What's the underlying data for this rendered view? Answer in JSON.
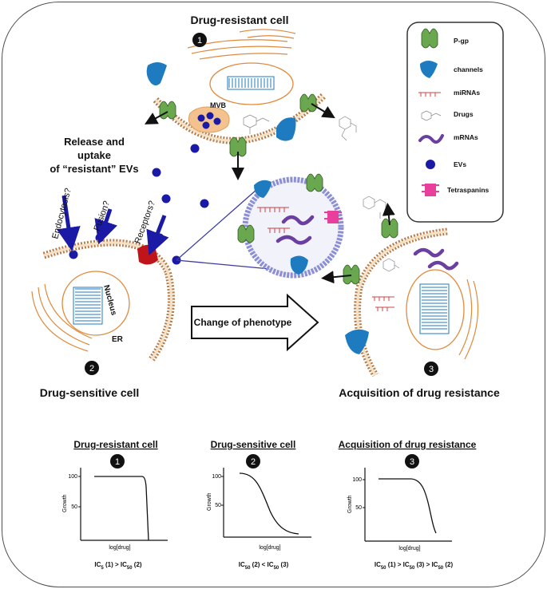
{
  "top": {
    "title": "Drug-resistant cell",
    "number": "1",
    "mvb": "MVB"
  },
  "left": {
    "release_line1": "Release and",
    "release_line2": "uptake",
    "release_line3": "of  “resistant” EVs",
    "endocytosis": "Endocytosis?",
    "fusion": "Fusion?",
    "receptors": "Receptors?",
    "nucleus": "Nucleus",
    "er": "ER",
    "number": "2",
    "title": "Drug-sensitive cell"
  },
  "center": {
    "phenotype": "Change of phenotype"
  },
  "right": {
    "number": "3",
    "title": "Acquisition of drug resistance"
  },
  "legend": [
    {
      "icon": "pgp-icon",
      "label": "P-gp"
    },
    {
      "icon": "channel-icon",
      "label": "channels"
    },
    {
      "icon": "mirna-icon",
      "label": "miRNAs"
    },
    {
      "icon": "drug-icon",
      "label": "Drugs"
    },
    {
      "icon": "mrna-icon",
      "label": "mRNAs"
    },
    {
      "icon": "ev-icon",
      "label": "EVs"
    },
    {
      "icon": "tetraspanin-icon",
      "label": "Tetraspanins"
    }
  ],
  "colors": {
    "pgp": "#6aa84f",
    "channel": "#1f7bbf",
    "ev": "#1a1aa6",
    "mrna": "#6b3fa0",
    "tetraspanin": "#e83e9c",
    "membrane": "#c08a5a",
    "arrow": "#1a1aa6",
    "receptor": "#c0141b"
  },
  "charts": [
    {
      "title": "Drug-resistant cell",
      "number": "1",
      "ylabel": "Growth",
      "xlabel": "log[drug]",
      "yticks": [
        "100",
        "50"
      ],
      "caption_parts": [
        "IC",
        "5",
        " (1) > IC",
        "50",
        " (2)"
      ]
    },
    {
      "title": "Drug-sensitive cell",
      "number": "2",
      "ylabel": "Growth",
      "xlabel": "log[drug]",
      "yticks": [
        "100",
        "50"
      ],
      "caption_parts": [
        "IC",
        "50",
        " (2) < IC",
        "50",
        " (3)"
      ]
    },
    {
      "title": "Acquisition of drug resistance",
      "number": "3",
      "ylabel": "Growth",
      "xlabel": "log[drug]",
      "yticks": [
        "100",
        "50"
      ],
      "caption_parts": [
        "IC",
        "50",
        " (1) > IC",
        "50",
        " (3) > IC",
        "50",
        " (2)"
      ]
    }
  ]
}
